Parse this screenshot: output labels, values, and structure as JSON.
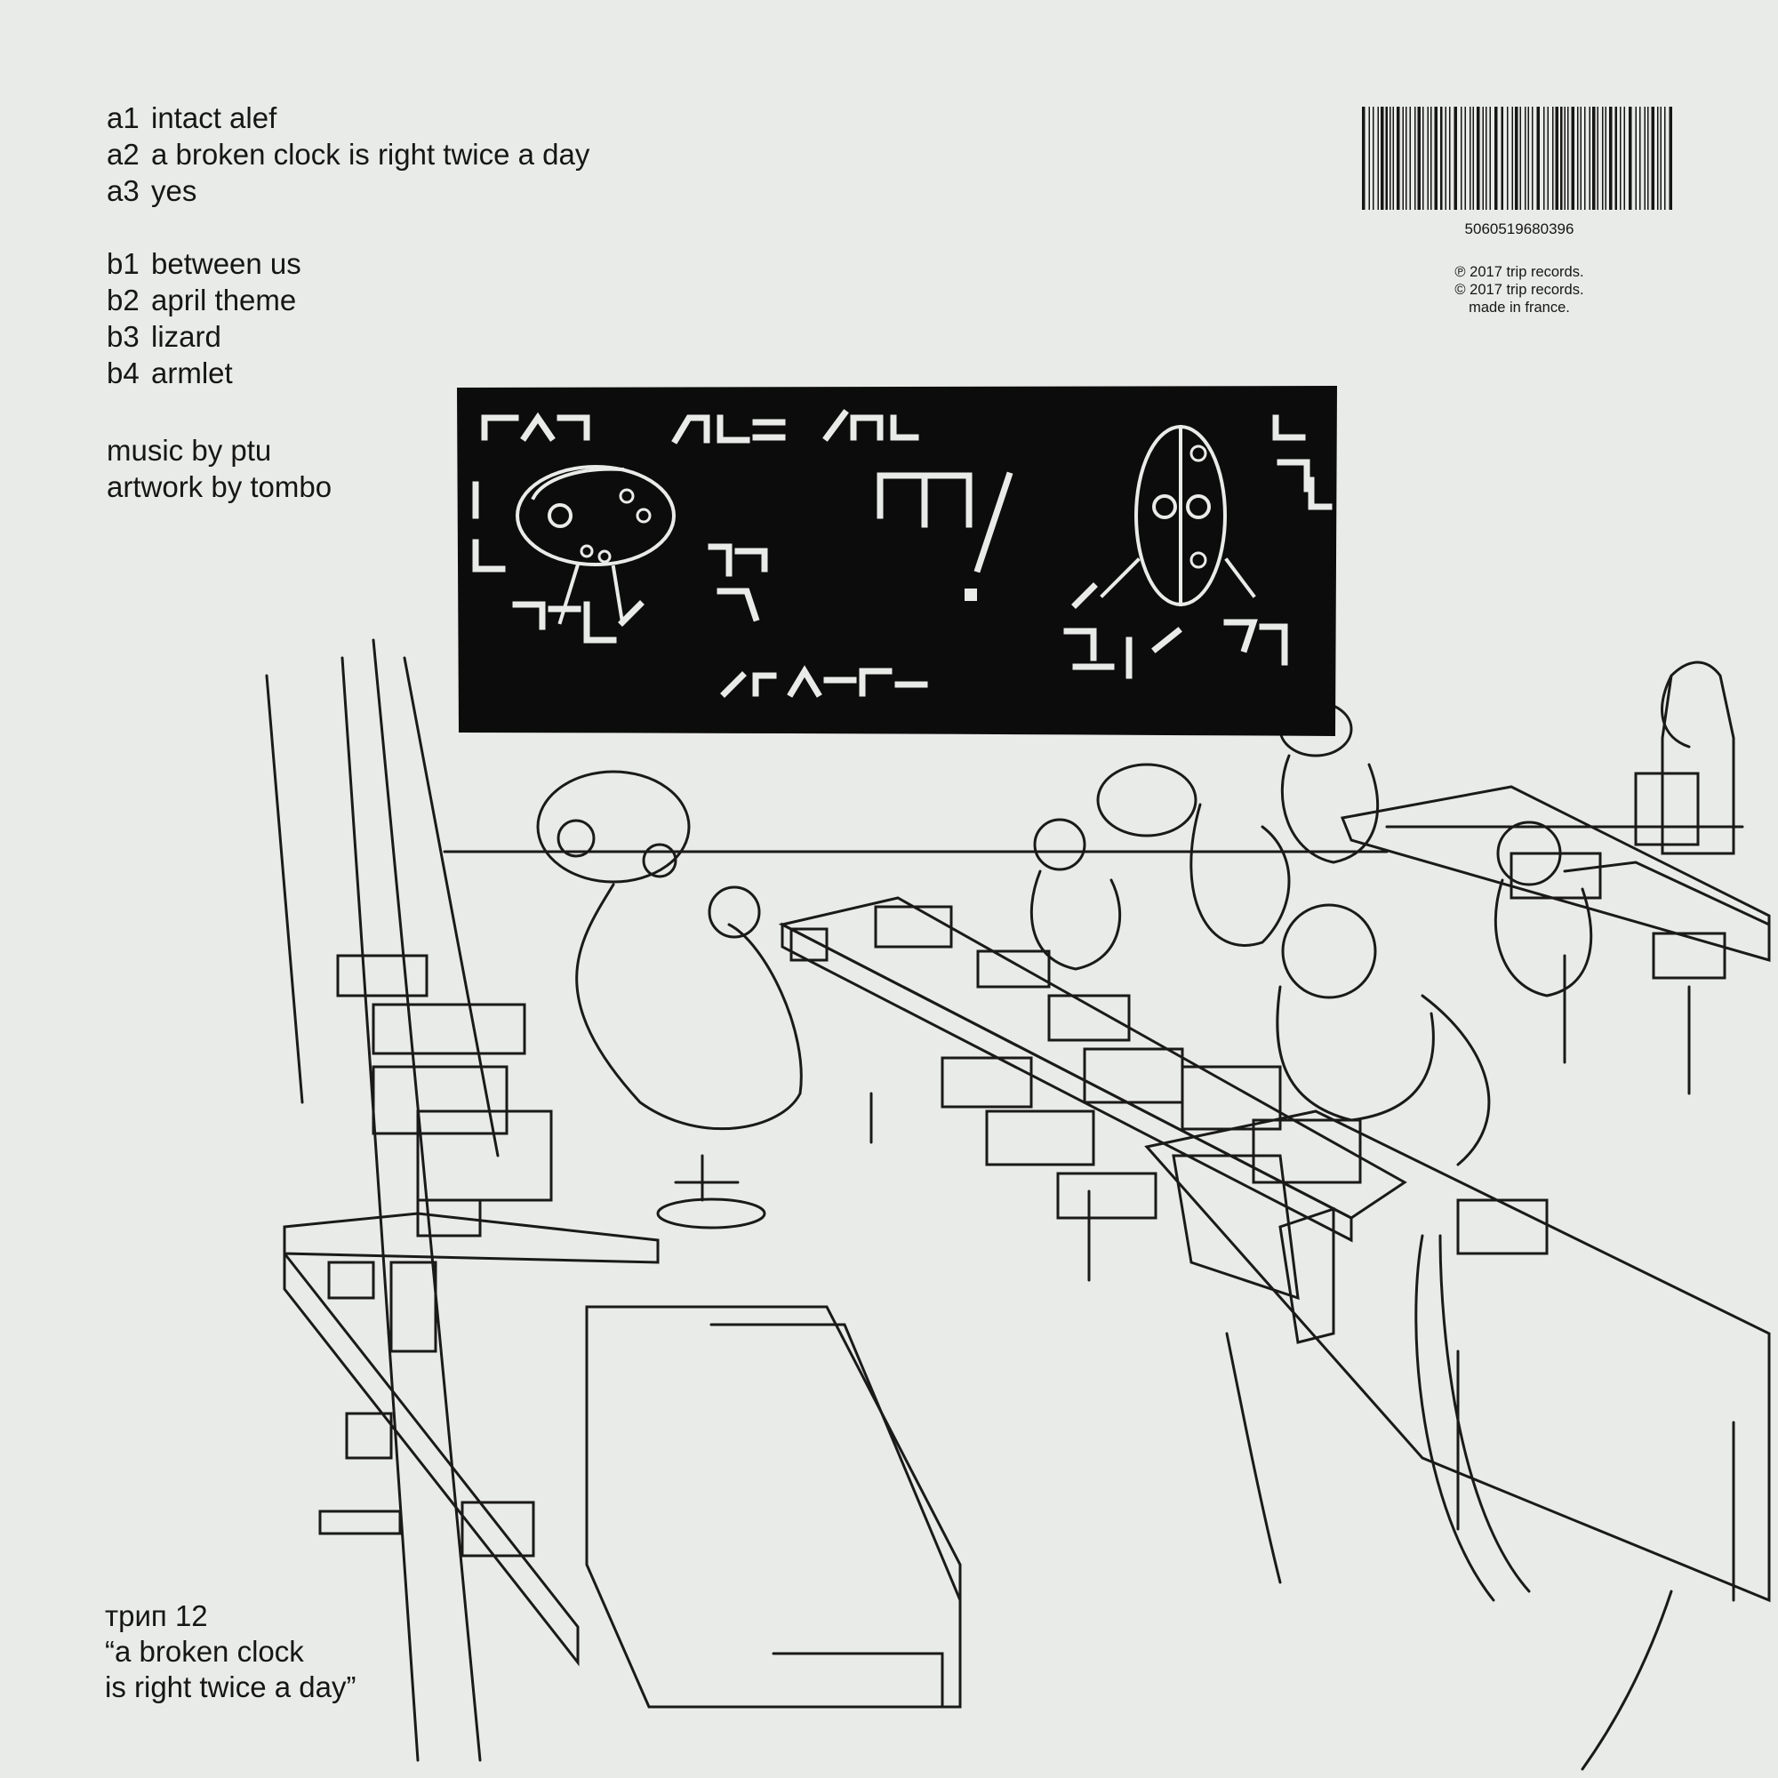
{
  "tracklist": {
    "side_a": [
      {
        "code": "a1",
        "title": "intact alef"
      },
      {
        "code": "a2",
        "title": "a broken clock is right twice a day"
      },
      {
        "code": "a3",
        "title": "yes"
      }
    ],
    "side_b": [
      {
        "code": "b1",
        "title": "between us"
      },
      {
        "code": "b2",
        "title": "april theme"
      },
      {
        "code": "b3",
        "title": "lizard"
      },
      {
        "code": "b4",
        "title": "armlet"
      }
    ]
  },
  "credits": {
    "music": "music by ptu",
    "artwork": "artwork by tombo"
  },
  "barcode": {
    "number": "5060519680396"
  },
  "legal": {
    "phonographic": "℗ 2017 trip records.",
    "copyright": "© 2017 trip records.",
    "origin": "made in france."
  },
  "catalog": {
    "number": "трип 12",
    "title_line1": "“a broken clock",
    "title_line2": "is right twice a day”"
  },
  "colors": {
    "paper": "#e9ebe8",
    "ink": "#161616",
    "banner": "#0c0c0c"
  },
  "icons": {
    "banner_logo": "trip-logo-icon",
    "barcode": "barcode-icon"
  }
}
